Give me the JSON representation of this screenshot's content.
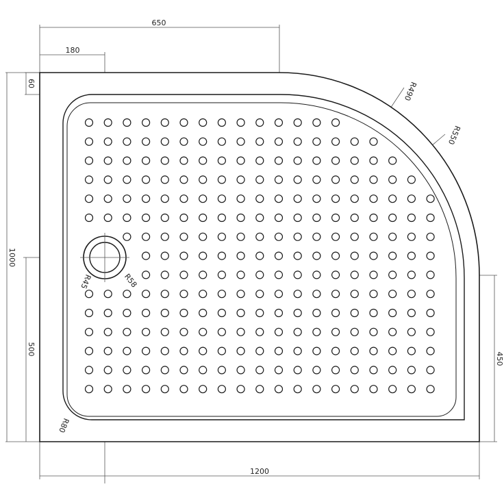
{
  "drawing": {
    "dimensions": {
      "top_width": "650",
      "waste_offset_x": "180",
      "rim_width": "60",
      "total_depth": "1000",
      "waste_offset_y": "500",
      "straight_side": "450",
      "total_width": "1200"
    },
    "radii": {
      "outer_curve": "R490",
      "inner_curve": "R550",
      "waste_inner": "R45",
      "waste_outer": "R58",
      "corner": "R80"
    }
  },
  "colors": {
    "line": "#1a1a1a",
    "dim_line": "#555555",
    "fill": "#ffffff"
  }
}
